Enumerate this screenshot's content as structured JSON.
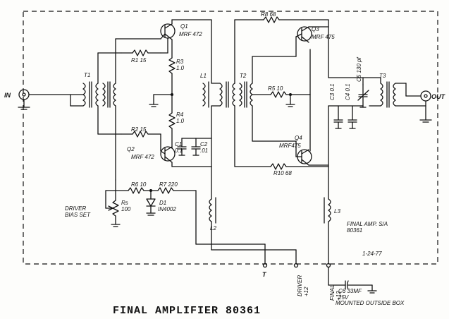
{
  "title": "FINAL AMPLIFIER  80361",
  "ports": {
    "in": "IN",
    "out": "OUT",
    "t": "T",
    "driver": "DRIVER\n+12",
    "final": "FINAL\n+12"
  },
  "transformers": {
    "t1": "T1",
    "t2": "T2",
    "t3": "T3",
    "l1": "L1",
    "l2": "L2",
    "l3": "L3"
  },
  "transistors": {
    "q1": {
      "ref": "Q1",
      "part": "MRF 472"
    },
    "q2": {
      "ref": "Q2",
      "part": "MRF 472"
    },
    "q3": {
      "ref": "Q3",
      "part": "MRF 475"
    },
    "q4": {
      "ref": "Q4",
      "part": "MRF475"
    }
  },
  "resistors": {
    "r1": "R1 15",
    "r2": "R2 15",
    "r3": "R3\n1.0",
    "r4": "R4\n1.0",
    "r5": "R5 10",
    "r6": "R6 10",
    "r7": "R7 220",
    "r8": "R8 68",
    "r10": "R10 68",
    "rs": "Rs\n100"
  },
  "capacitors": {
    "c1": "C1\n0.1",
    "c2": "C2\n.01",
    "c3": "C3 0.1",
    "c4": "C4 0.1",
    "c5": "C5 130 pf",
    "c6": "C6  33MF\n25V"
  },
  "diode": {
    "ref": "D1",
    "part": "IN4002"
  },
  "notes": {
    "driver_bias": "DRIVER\nBIAS SET",
    "final_amp": "FINAL AMP. S/A\n80361",
    "date": "1-24-77",
    "mounted": "MOUNTED OUTSIDE BOX"
  }
}
